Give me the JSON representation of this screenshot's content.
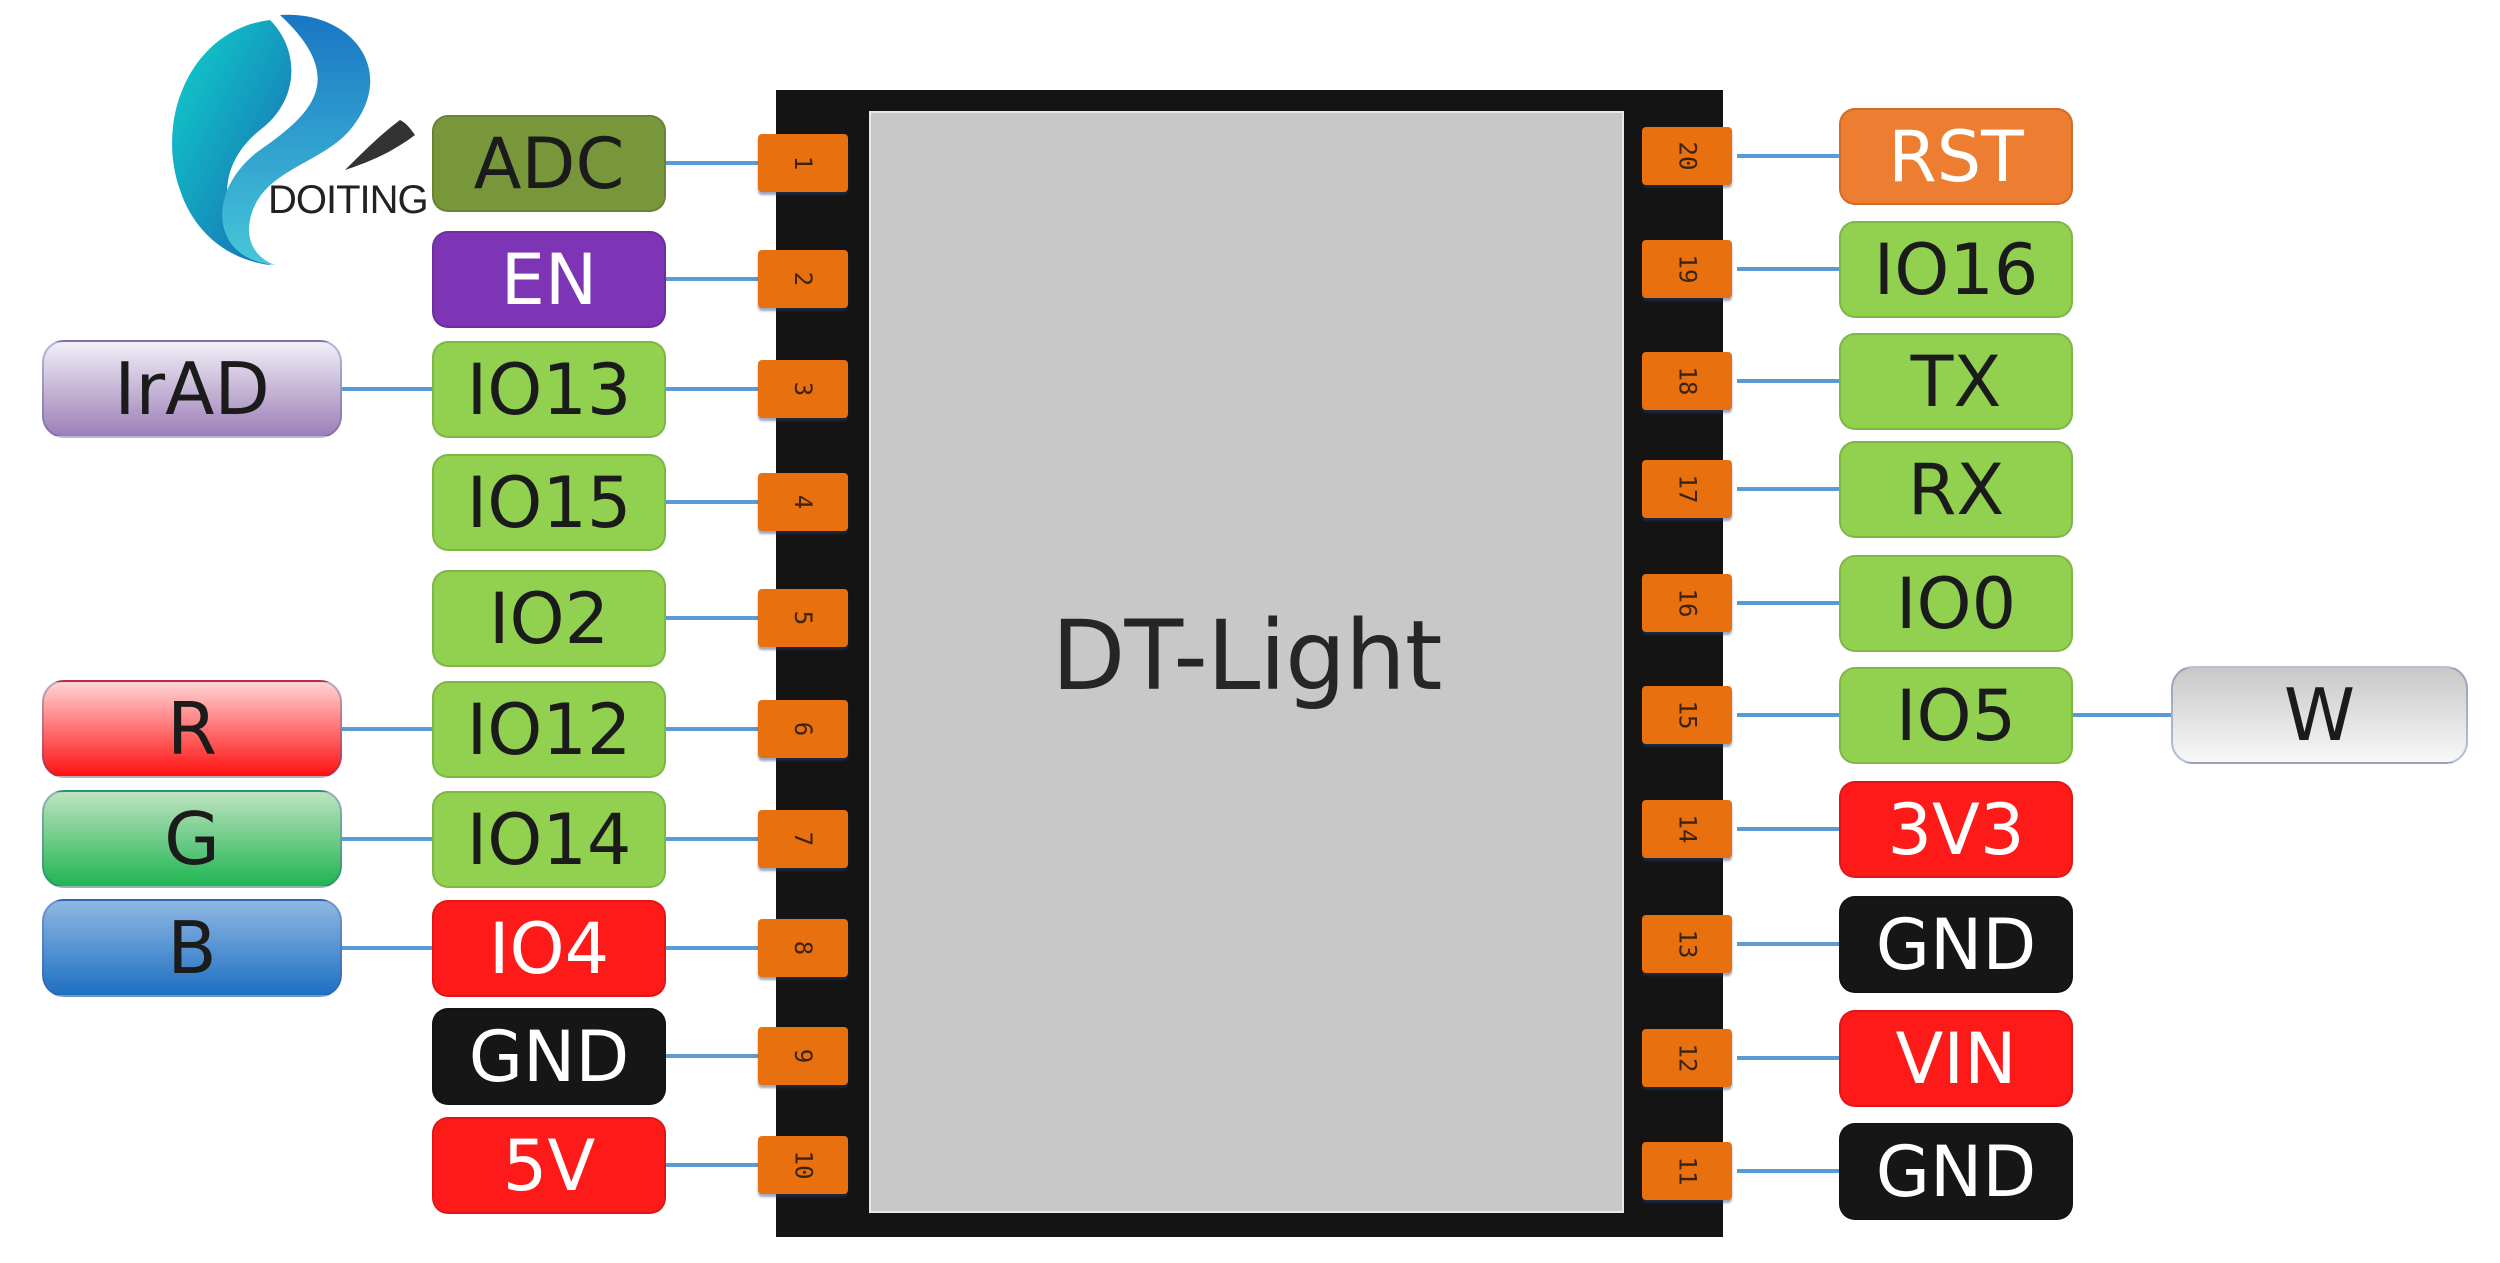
{
  "brand": {
    "logo_text": "DOITING"
  },
  "chip": {
    "name": "DT-Light"
  },
  "colors": {
    "pin_orange": "#e8700f",
    "chip_body": "#141414",
    "chip_face": "#c8c8c8",
    "wire": "#5b9bd5"
  },
  "left_pins": [
    {
      "number": "1",
      "label": "ADC",
      "bg": "#78963a",
      "fg": "#1b1b1b",
      "ext": null
    },
    {
      "number": "2",
      "label": "EN",
      "bg": "#7d35b5",
      "fg": "#ffffff",
      "ext": null
    },
    {
      "number": "3",
      "label": "IO13",
      "bg": "#92d050",
      "fg": "#1b1b1b",
      "ext": {
        "label": "IrAD",
        "style": "purple"
      }
    },
    {
      "number": "4",
      "label": "IO15",
      "bg": "#92d050",
      "fg": "#1b1b1b",
      "ext": null
    },
    {
      "number": "5",
      "label": "IO2",
      "bg": "#92d050",
      "fg": "#1b1b1b",
      "ext": null
    },
    {
      "number": "6",
      "label": "IO12",
      "bg": "#92d050",
      "fg": "#1b1b1b",
      "ext": {
        "label": "R",
        "style": "red"
      }
    },
    {
      "number": "7",
      "label": "IO14",
      "bg": "#92d050",
      "fg": "#1b1b1b",
      "ext": {
        "label": "G",
        "style": "green"
      }
    },
    {
      "number": "8",
      "label": "IO4",
      "bg": "#ff1a1a",
      "fg": "#ffffff",
      "ext": {
        "label": "B",
        "style": "blue"
      }
    },
    {
      "number": "9",
      "label": "GND",
      "bg": "#161616",
      "fg": "#ffffff",
      "ext": null
    },
    {
      "number": "10",
      "label": "5V",
      "bg": "#ff1a1a",
      "fg": "#ffffff",
      "ext": null
    }
  ],
  "right_pins": [
    {
      "number": "20",
      "label": "RST",
      "bg": "#ed7d31",
      "fg": "#ffffff",
      "ext": null
    },
    {
      "number": "19",
      "label": "IO16",
      "bg": "#92d050",
      "fg": "#1b1b1b",
      "ext": null
    },
    {
      "number": "18",
      "label": "TX",
      "bg": "#92d050",
      "fg": "#1b1b1b",
      "ext": null
    },
    {
      "number": "17",
      "label": "RX",
      "bg": "#92d050",
      "fg": "#1b1b1b",
      "ext": null
    },
    {
      "number": "16",
      "label": "IO0",
      "bg": "#92d050",
      "fg": "#1b1b1b",
      "ext": null
    },
    {
      "number": "15",
      "label": "IO5",
      "bg": "#92d050",
      "fg": "#1b1b1b",
      "ext": {
        "label": "W",
        "style": "white"
      }
    },
    {
      "number": "14",
      "label": "3V3",
      "bg": "#ff1a1a",
      "fg": "#ffffff",
      "ext": null
    },
    {
      "number": "13",
      "label": "GND",
      "bg": "#161616",
      "fg": "#ffffff",
      "ext": null
    },
    {
      "number": "12",
      "label": "VIN",
      "bg": "#ff1a1a",
      "fg": "#ffffff",
      "ext": null
    },
    {
      "number": "11",
      "label": "GND",
      "bg": "#161616",
      "fg": "#ffffff",
      "ext": null
    }
  ],
  "ext_styles": {
    "purple": "linear-gradient(#f2eef6, #9c7fb8)",
    "red": "linear-gradient(#ffd4d4, #ff1010)",
    "green": "linear-gradient(#bfe3c0, #1fb552)",
    "blue": "linear-gradient(#8fb8e3, #1e6fc2)",
    "white": "linear-gradient(#c8c8c8, #f8f8f8)"
  }
}
